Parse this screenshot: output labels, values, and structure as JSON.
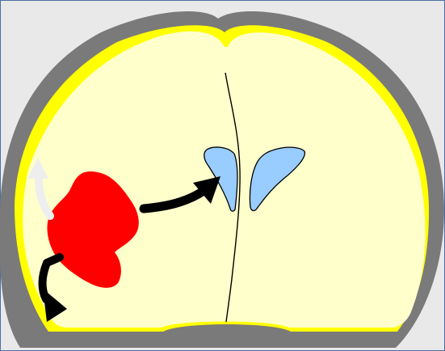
{
  "diagram": {
    "kind": "axial brain cross-section with lesion and displacement arrows",
    "colors": {
      "background": "#e9e9e9",
      "frame_border": "#4a6fa5",
      "skull": "#7a7a7a",
      "dura": "#ffff00",
      "brain": "#ffffcc",
      "ventricles": "#99ccff",
      "lesion": "#ff0000",
      "arrow_dark": "#000000",
      "arrow_light": "#eeeeee"
    },
    "elements": [
      "skull",
      "dura-lining",
      "brain-parenchyma",
      "midline-falx",
      "left-lateral-ventricle",
      "right-lateral-ventricle",
      "mass-lesion",
      "arrow-toward-ventricle",
      "arrow-downward",
      "arrow-upward"
    ]
  }
}
